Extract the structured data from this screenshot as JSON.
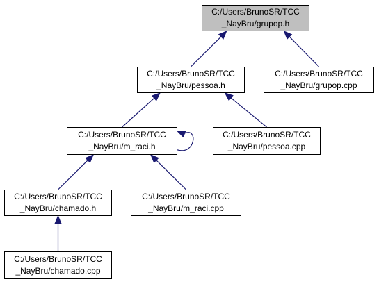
{
  "diagram": {
    "colors": {
      "edge": "#191970",
      "node_border": "#000000",
      "node_fill": "#ffffff",
      "highlight_fill": "#bfbfbf"
    },
    "nodes": {
      "grupop_h": {
        "line1": "C:/Users/BrunoSR/TCC",
        "line2": "_NayBru/grupop.h"
      },
      "pessoa_h": {
        "line1": "C:/Users/BrunoSR/TCC",
        "line2": "_NayBru/pessoa.h"
      },
      "grupop_cpp": {
        "line1": "C:/Users/BrunoSR/TCC",
        "line2": "_NayBru/grupop.cpp"
      },
      "m_raci_h": {
        "line1": "C:/Users/BrunoSR/TCC",
        "line2": "_NayBru/m_raci.h"
      },
      "pessoa_cpp": {
        "line1": "C:/Users/BrunoSR/TCC",
        "line2": "_NayBru/pessoa.cpp"
      },
      "chamado_h": {
        "line1": "C:/Users/BrunoSR/TCC",
        "line2": "_NayBru/chamado.h"
      },
      "m_raci_cpp": {
        "line1": "C:/Users/BrunoSR/TCC",
        "line2": "_NayBru/m_raci.cpp"
      },
      "chamado_cpp": {
        "line1": "C:/Users/BrunoSR/TCC",
        "line2": "_NayBru/chamado.cpp"
      }
    },
    "edges": [
      {
        "from": "pessoa_h",
        "to": "grupop_h"
      },
      {
        "from": "grupop_cpp",
        "to": "grupop_h"
      },
      {
        "from": "m_raci_h",
        "to": "pessoa_h"
      },
      {
        "from": "pessoa_cpp",
        "to": "pessoa_h"
      },
      {
        "from": "m_raci_h",
        "to": "m_raci_h"
      },
      {
        "from": "chamado_h",
        "to": "m_raci_h"
      },
      {
        "from": "m_raci_cpp",
        "to": "m_raci_h"
      },
      {
        "from": "chamado_cpp",
        "to": "chamado_h"
      }
    ]
  }
}
